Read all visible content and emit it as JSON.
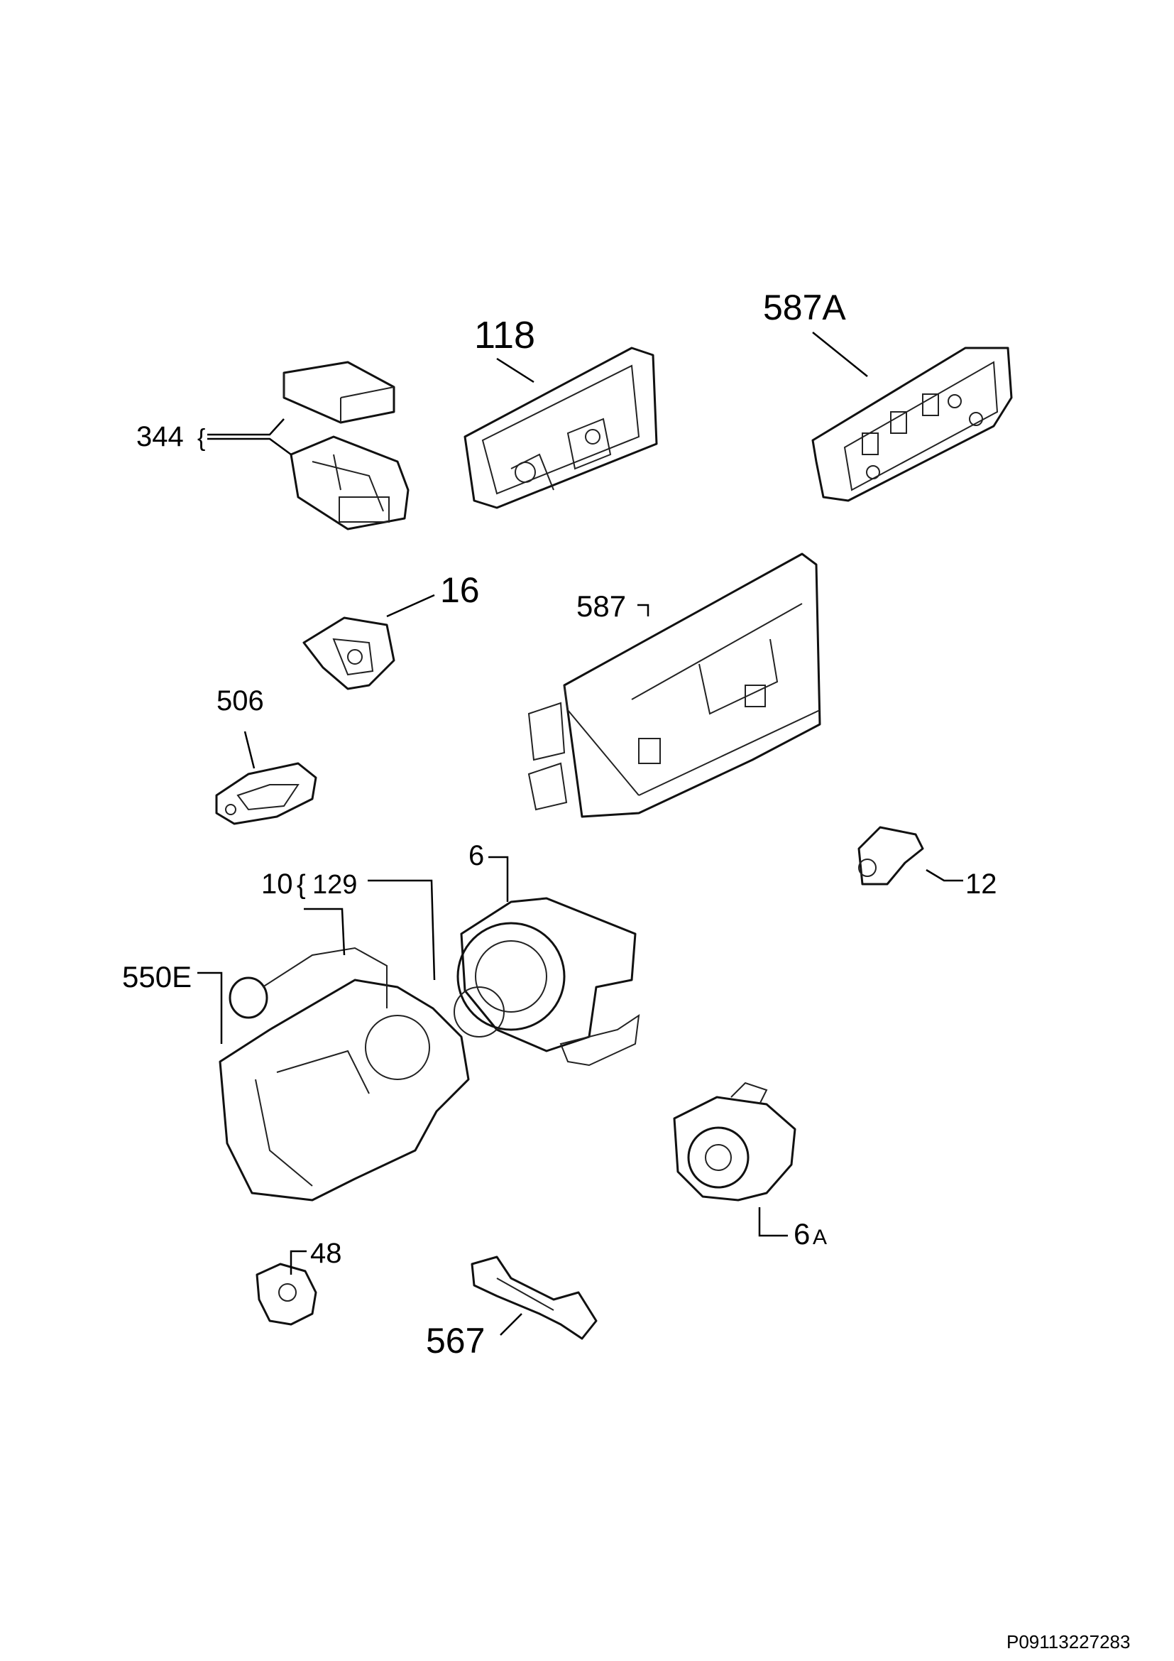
{
  "labels": {
    "p118": "118",
    "p587A": "587A",
    "p344": "344",
    "p16": "16",
    "p587": "587",
    "p506": "506",
    "p6": "6",
    "p10": "10",
    "p129": "129",
    "p12": "12",
    "p550E": "550E",
    "p6A_num": "6",
    "p6A_suffix": "A",
    "p48": "48",
    "p567": "567"
  },
  "document_code": "P09113227283"
}
